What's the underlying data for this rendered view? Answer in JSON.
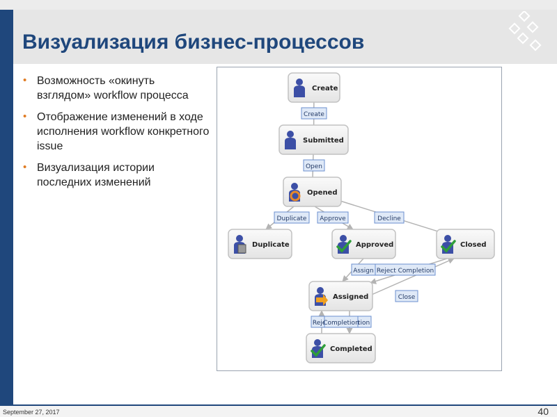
{
  "slide": {
    "title": "Визуализация бизнес-процессов",
    "bullets": [
      "Возможность «окинуть взглядом» workflow процесса",
      "Отображение изменений в ходе исполнения workflow конкретного issue",
      "Визуализация истории последних изменений"
    ],
    "footer_date": "September 27, 2017",
    "page_number": "40"
  },
  "colors": {
    "brand": "#1f477c",
    "bullet": "#e07b22",
    "title_band": "#e6e6e6"
  },
  "workflow": {
    "states": [
      {
        "id": "create",
        "label": "Create",
        "icon": "user-icon"
      },
      {
        "id": "submitted",
        "label": "Submitted",
        "icon": "user-icon"
      },
      {
        "id": "opened",
        "label": "Opened",
        "icon": "user-refresh-icon"
      },
      {
        "id": "duplicate",
        "label": "Duplicate",
        "icon": "user-trash-icon"
      },
      {
        "id": "approved",
        "label": "Approved",
        "icon": "user-check-icon"
      },
      {
        "id": "closed",
        "label": "Closed",
        "icon": "user-check-icon"
      },
      {
        "id": "assigned",
        "label": "Assigned",
        "icon": "user-arrow-icon"
      },
      {
        "id": "completed",
        "label": "Completed",
        "icon": "user-check-icon"
      }
    ],
    "transitions": [
      {
        "label": "Create",
        "from": "create",
        "to": "submitted"
      },
      {
        "label": "Open",
        "from": "submitted",
        "to": "opened"
      },
      {
        "label": "Duplicate",
        "from": "opened",
        "to": "duplicate"
      },
      {
        "label": "Approve",
        "from": "opened",
        "to": "approved"
      },
      {
        "label": "Decline",
        "from": "opened",
        "to": "closed"
      },
      {
        "label": "Assign",
        "from": "approved",
        "to": "assigned"
      },
      {
        "label": "Reject Completion",
        "from": "closed",
        "to": "assigned"
      },
      {
        "label": "Close",
        "from": "assigned",
        "to": "closed"
      },
      {
        "label": "Reject Completion",
        "from": "completed",
        "to": "assigned"
      },
      {
        "label": "Completion",
        "from": "assigned",
        "to": "completed"
      }
    ]
  }
}
